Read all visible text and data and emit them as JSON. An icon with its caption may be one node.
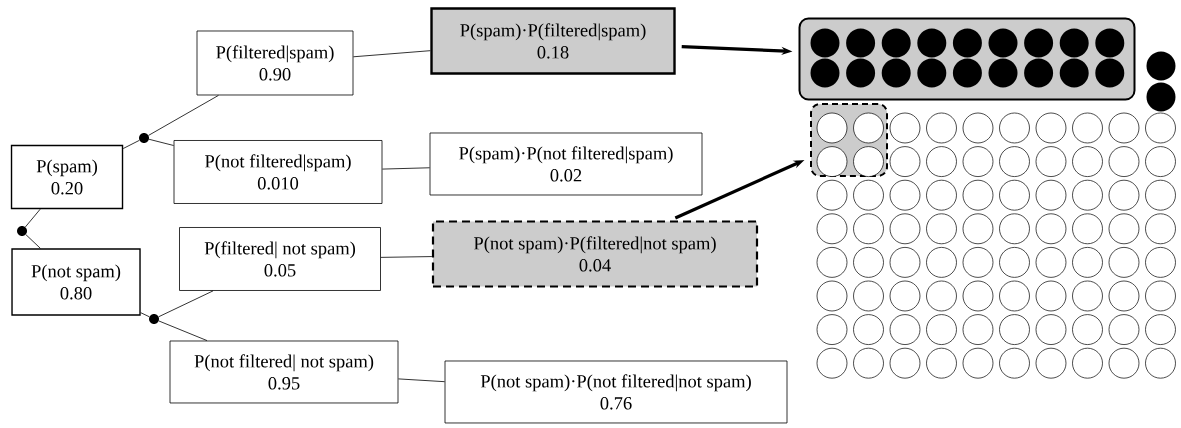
{
  "diagram": {
    "nodes": [
      {
        "text": [],
        "shape": "circle"
      },
      {
        "text": [
          "P(spam)",
          "0.20"
        ]
      },
      {
        "text": [
          "P(not spam)",
          "0.80"
        ]
      },
      {
        "text": [],
        "shape": "circle"
      },
      {
        "text": [],
        "shape": "circle"
      },
      {
        "text": [
          "P(filtered|spam)",
          "0.90"
        ]
      },
      {
        "text": [
          "P(not filtered|spam)",
          "0.010"
        ]
      },
      {
        "text": [
          "P(filtered| not spam)",
          "0.05"
        ]
      },
      {
        "text": [
          "P(not filtered| not spam)",
          "0.95"
        ]
      },
      {
        "text": [
          "P(spam)·P(filtered|spam)",
          "0.18"
        ]
      },
      {
        "text": [
          "P(spam)·P(not filtered|spam)",
          "0.02"
        ]
      },
      {
        "text": [
          "P(not spam)·P(filtered|not spam)",
          "0.04"
        ]
      },
      {
        "text": [
          "P(not spam)·P(not filtered|not spam)",
          "0.76"
        ]
      },
      {
        "text": [],
        "shape": "box"
      },
      {
        "text": [],
        "shape": "box"
      }
    ],
    "edges": [
      {
        "from": 0,
        "to": 1,
        "arrow": "none"
      },
      {
        "from": 0,
        "to": 2,
        "arrow": "none"
      },
      {
        "from": 1,
        "to": 3,
        "arrow": "none"
      },
      {
        "from": 3,
        "to": 5,
        "arrow": "none"
      },
      {
        "from": 3,
        "to": 6,
        "arrow": "none"
      },
      {
        "from": 2,
        "to": 4,
        "arrow": "none"
      },
      {
        "from": 4,
        "to": 7,
        "arrow": "none"
      },
      {
        "from": 4,
        "to": 8,
        "arrow": "none"
      },
      {
        "from": 5,
        "to": 9,
        "arrow": "none"
      },
      {
        "from": 6,
        "to": 10,
        "arrow": "none"
      },
      {
        "from": 7,
        "to": 11,
        "arrow": "none"
      },
      {
        "from": 8,
        "to": 12,
        "arrow": "none"
      },
      {
        "from": 9,
        "to": 13,
        "arrow": "to",
        "style": "thick"
      },
      {
        "from": 11,
        "to": 14,
        "arrow": "to",
        "style": "thick"
      }
    ]
  }
}
